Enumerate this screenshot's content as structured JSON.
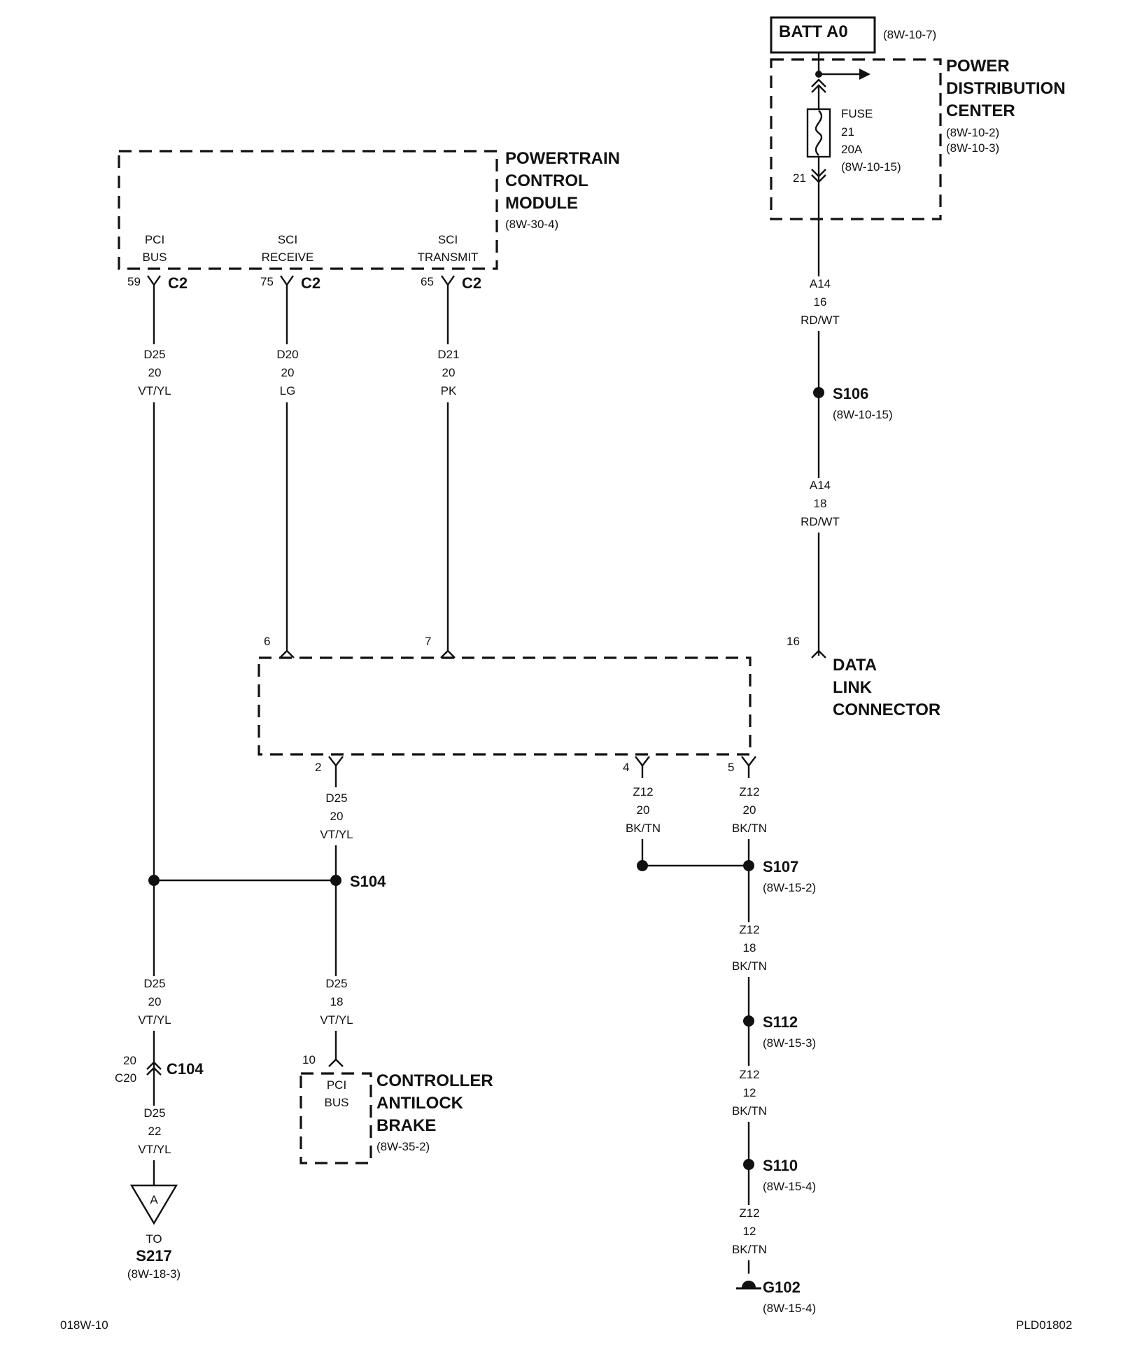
{
  "batt": {
    "label": "BATT A0",
    "ref": "(8W-10-7)"
  },
  "pdc": {
    "name": [
      "POWER",
      "DISTRIBUTION",
      "CENTER"
    ],
    "refs": [
      "(8W-10-2)",
      "(8W-10-3)"
    ],
    "fuse": {
      "lines": [
        "FUSE",
        "21",
        "20A",
        "(8W-10-15)"
      ],
      "pin": "21"
    }
  },
  "pcm": {
    "name": [
      "POWERTRAIN",
      "CONTROL",
      "MODULE"
    ],
    "ref": "(8W-30-4)",
    "pins": [
      {
        "label": [
          "PCI",
          "BUS"
        ],
        "num": "59",
        "conn": "C2",
        "wire": [
          "D25",
          "20",
          "VT/YL"
        ]
      },
      {
        "label": [
          "SCI",
          "RECEIVE"
        ],
        "num": "75",
        "conn": "C2",
        "wire": [
          "D20",
          "20",
          "LG"
        ]
      },
      {
        "label": [
          "SCI",
          "TRANSMIT"
        ],
        "num": "65",
        "conn": "C2",
        "wire": [
          "D21",
          "20",
          "PK"
        ]
      }
    ]
  },
  "a14_upper": [
    "A14",
    "16",
    "RD/WT"
  ],
  "s106": {
    "name": "S106",
    "ref": "(8W-10-15)"
  },
  "a14_lower": [
    "A14",
    "18",
    "RD/WT"
  ],
  "dlc": {
    "name": [
      "DATA",
      "LINK",
      "CONNECTOR"
    ],
    "top_pins": [
      "6",
      "7",
      "16"
    ],
    "bottom_pins": [
      "2",
      "4",
      "5"
    ]
  },
  "dlc_wires": {
    "pin2": [
      "D25",
      "20",
      "VT/YL"
    ],
    "pin4": [
      "Z12",
      "20",
      "BK/TN"
    ],
    "pin5": [
      "Z12",
      "20",
      "BK/TN"
    ]
  },
  "s104": {
    "name": "S104"
  },
  "s107": {
    "name": "S107",
    "ref": "(8W-15-2)"
  },
  "z12_18": [
    "Z12",
    "18",
    "BK/TN"
  ],
  "s112": {
    "name": "S112",
    "ref": "(8W-15-3)"
  },
  "z12_12a": [
    "Z12",
    "12",
    "BK/TN"
  ],
  "s110": {
    "name": "S110",
    "ref": "(8W-15-4)"
  },
  "z12_12b": [
    "Z12",
    "12",
    "BK/TN"
  ],
  "g102": {
    "name": "G102",
    "ref": "(8W-15-4)"
  },
  "left_lower_wire": [
    "D25",
    "20",
    "VT/YL"
  ],
  "c104": {
    "name": "C104",
    "pins": [
      "20",
      "C20"
    ]
  },
  "left_bottom_wire": [
    "D25",
    "22",
    "VT/YL"
  ],
  "offpage": {
    "letter": "A",
    "to": "TO",
    "splice": "S217",
    "ref": "(8W-18-3)"
  },
  "cab_wire": [
    "D25",
    "18",
    "VT/YL"
  ],
  "cab": {
    "pin": "10",
    "label": [
      "PCI",
      "BUS"
    ],
    "name": [
      "CONTROLLER",
      "ANTILOCK",
      "BRAKE"
    ],
    "ref": "(8W-35-2)"
  },
  "footer": {
    "left": "018W-10",
    "right": "PLD01802"
  }
}
